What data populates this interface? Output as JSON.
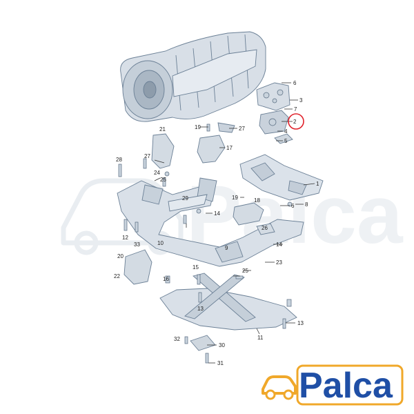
{
  "brand": {
    "name": "Palca",
    "primary_color": "#1f4fa6",
    "accent_color": "#f0a82a",
    "watermark_color": "#eef1f4"
  },
  "diagram": {
    "parts_tint": "#dfe6ee",
    "highlight_color": "#e0202a",
    "highlighted_callout": "2",
    "callouts": [
      {
        "label": "6"
      },
      {
        "label": "3"
      },
      {
        "label": "7"
      },
      {
        "label": "2"
      },
      {
        "label": "4"
      },
      {
        "label": "5"
      },
      {
        "label": "1"
      },
      {
        "label": "19"
      },
      {
        "label": "27"
      },
      {
        "label": "21"
      },
      {
        "label": "17"
      },
      {
        "label": "27"
      },
      {
        "label": "28"
      },
      {
        "label": "24"
      },
      {
        "label": "25"
      },
      {
        "label": "29"
      },
      {
        "label": "19"
      },
      {
        "label": "18"
      },
      {
        "label": "6"
      },
      {
        "label": "8"
      },
      {
        "label": "14"
      },
      {
        "label": "26"
      },
      {
        "label": "12"
      },
      {
        "label": "33"
      },
      {
        "label": "10"
      },
      {
        "label": "14"
      },
      {
        "label": "9"
      },
      {
        "label": "20"
      },
      {
        "label": "23"
      },
      {
        "label": "15"
      },
      {
        "label": "13"
      },
      {
        "label": "22"
      },
      {
        "label": "16"
      },
      {
        "label": "25"
      },
      {
        "label": "13"
      },
      {
        "label": "11"
      },
      {
        "label": "32"
      },
      {
        "label": "30"
      },
      {
        "label": "31"
      }
    ]
  }
}
